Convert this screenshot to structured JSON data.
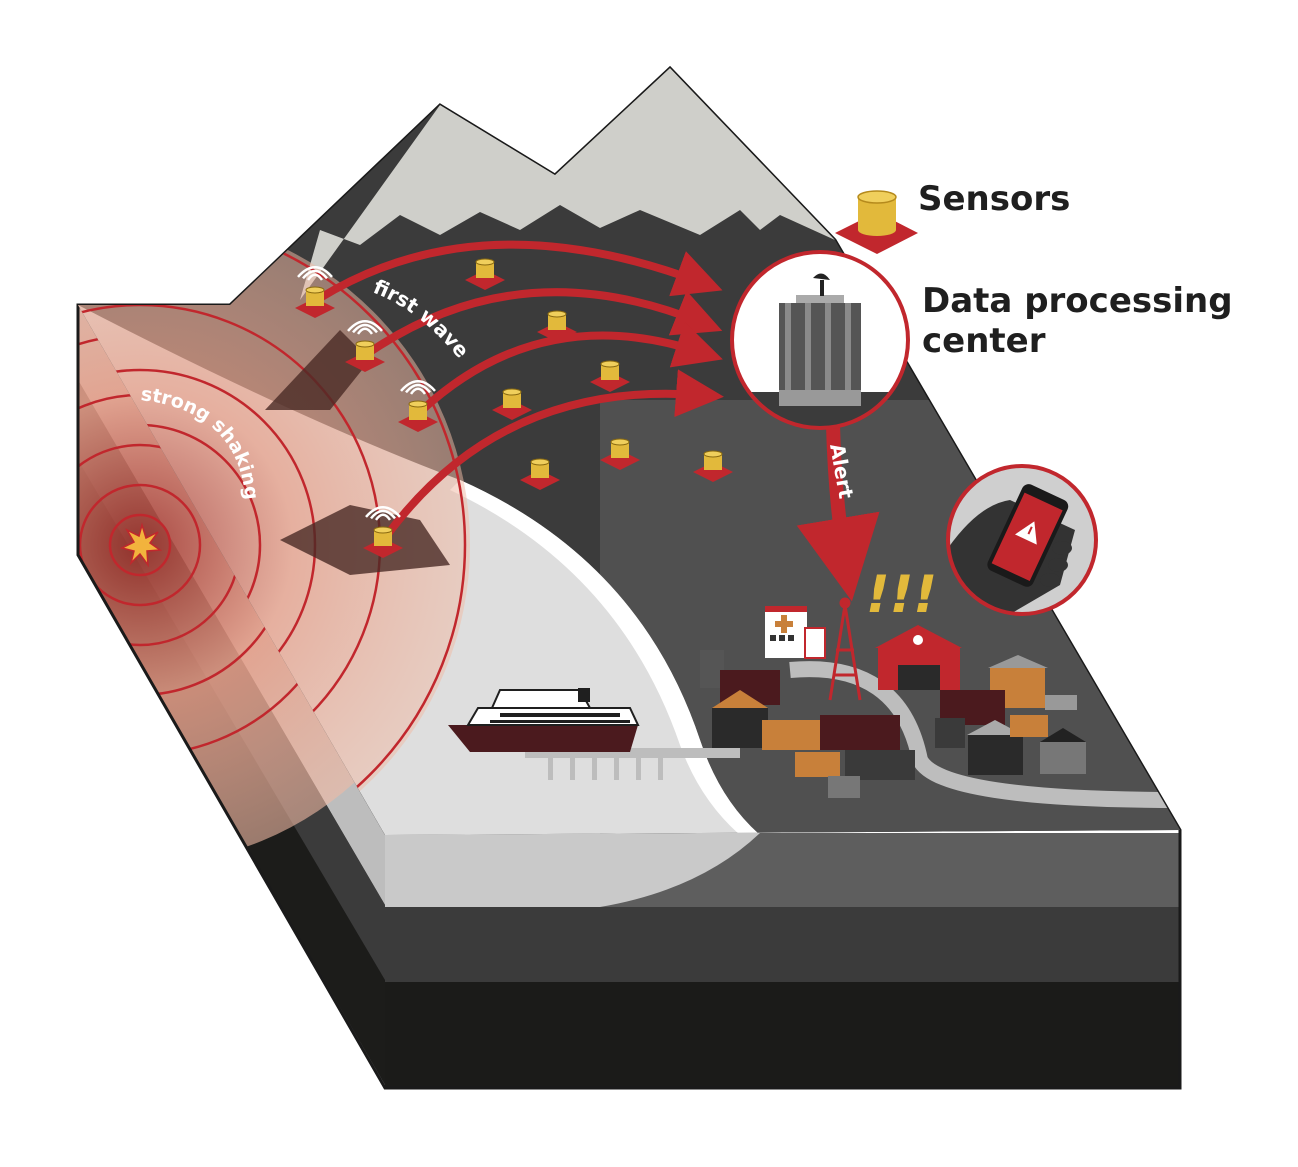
{
  "labels": {
    "sensors": "Sensors",
    "data_center_line1": "Data processing",
    "data_center_line2": "center",
    "first_wave": "first wave",
    "strong_shaking": "strong shaking",
    "alert": "Alert",
    "exclamation": "!!!"
  },
  "colors": {
    "red": "#c1272d",
    "sensor_yellow": "#e2b93b",
    "land_dark": "#3b3b3b",
    "water": "#dcdcdc",
    "snow": "#cfcfca"
  },
  "icons": [
    "sensor-icon",
    "wifi-icon",
    "building-icon",
    "satellite-dish-icon",
    "phone-warning-icon",
    "hospital-icon",
    "fire-station-icon",
    "radio-tower-icon",
    "ship-icon",
    "epicenter-star-icon"
  ]
}
